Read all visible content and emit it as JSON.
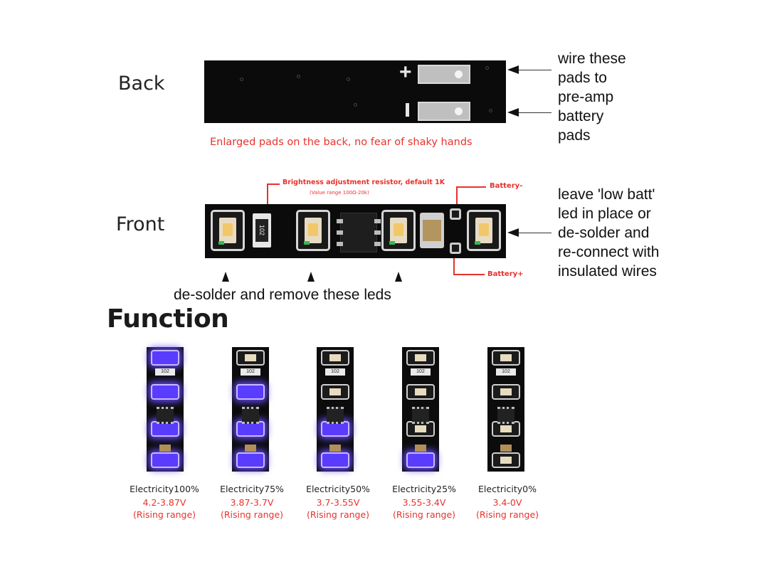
{
  "back": {
    "label": "Back",
    "caption": "Enlarged pads on the back, no fear of shaky hands",
    "plus": "+",
    "annotation": [
      "wire these",
      "pads to",
      "pre-amp",
      "battery",
      "pads"
    ]
  },
  "front": {
    "label": "Front",
    "resistor_callout": "Brightness adjustment resistor, default 1K",
    "resistor_range": "(Value range 100Ω-20k)",
    "resistor_code": "102",
    "battery_minus": "Battery-",
    "battery_plus": "Battery+",
    "annotation": [
      "leave 'low batt'",
      "led in place or",
      "de-solder and",
      "re-connect with",
      "insulated wires"
    ],
    "remove_note": "de-solder and remove these leds"
  },
  "function": {
    "title": "Function",
    "resistor_code": "102",
    "items": [
      {
        "label": "Electricity100%",
        "voltage": "4.2-3.87V",
        "range": "(Rising range)",
        "lit_leds": 4
      },
      {
        "label": "Electricity75%",
        "voltage": "3.87-3.7V",
        "range": "(Rising range)",
        "lit_leds": 3
      },
      {
        "label": "Electricity50%",
        "voltage": "3.7-3.55V",
        "range": "(Rising range)",
        "lit_leds": 2
      },
      {
        "label": "Electricity25%",
        "voltage": "3.55-3.4V",
        "range": "(Rising range)",
        "lit_leds": 1
      },
      {
        "label": "Electricity0%",
        "voltage": "3.4-0V",
        "range": "(Rising range)",
        "lit_leds": 0
      }
    ]
  },
  "colors": {
    "accent_red": "#e8322c",
    "led_lit": "#5a3cff",
    "board": "#0b0b0b"
  }
}
